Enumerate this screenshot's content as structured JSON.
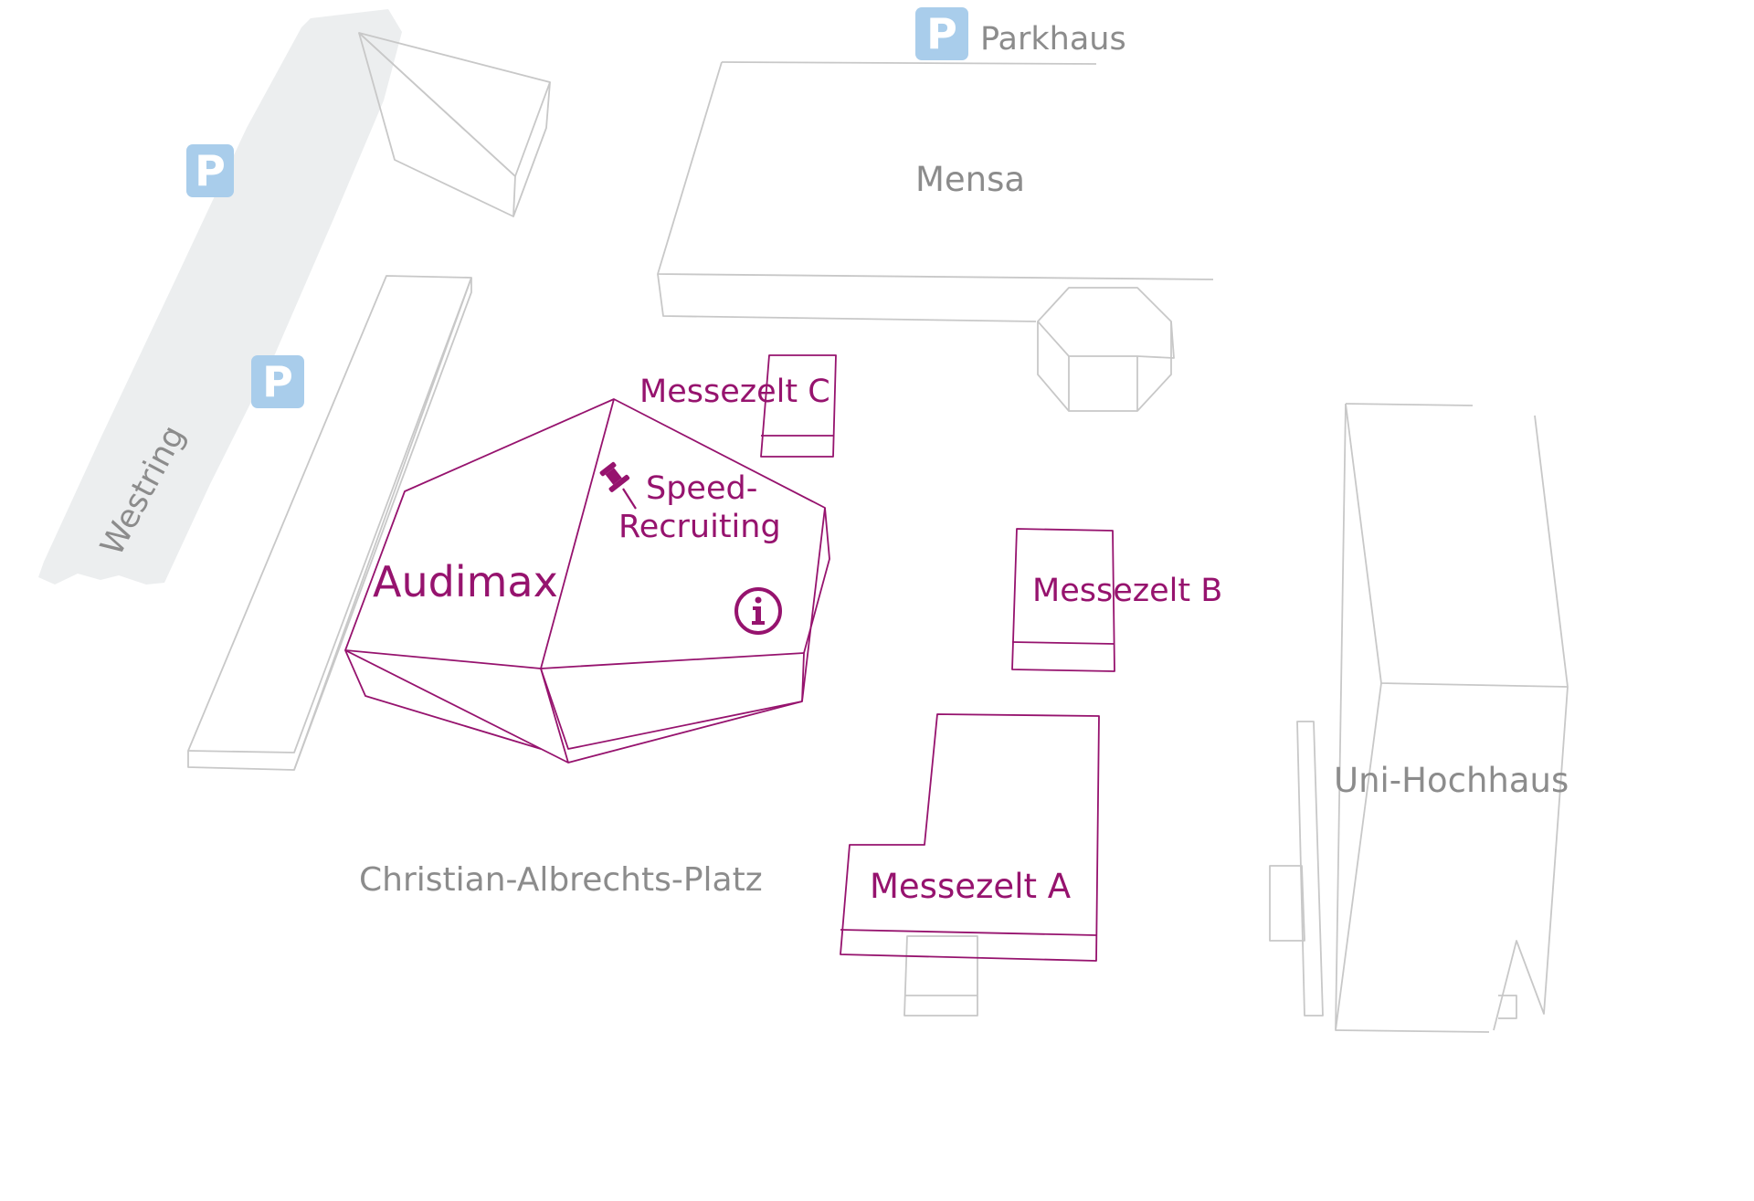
{
  "map": {
    "places": {
      "parkhaus": "Parkhaus",
      "mensa": "Mensa",
      "westring": "Westring",
      "uni_hochhaus": "Uni-Hochhaus",
      "christian_albrechts_platz": "Christian-Albrechts-Platz"
    },
    "venues": {
      "audimax": "Audimax",
      "speed_recruiting_line1": "Speed-",
      "speed_recruiting_line2": "Recruiting",
      "messezelt_a": "Messezelt A",
      "messezelt_b": "Messezelt B",
      "messezelt_c": "Messezelt C"
    },
    "parking_symbol": "P",
    "icons": [
      "parking-icon",
      "info-icon",
      "pushpin-icon"
    ],
    "colors": {
      "highlight": "#96136e",
      "building_outline": "#c8c8c8",
      "label_gray": "#8c8c8c",
      "road": "#eceeef",
      "parking": "#a9cdeb"
    }
  }
}
